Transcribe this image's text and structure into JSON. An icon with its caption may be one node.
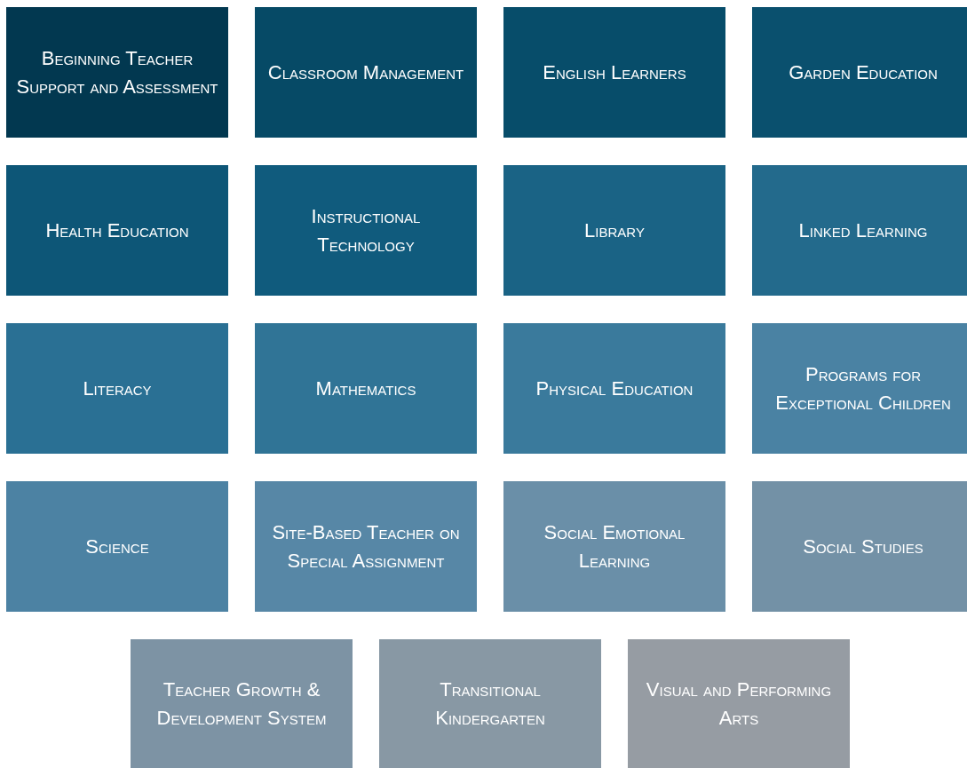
{
  "diagram": {
    "nodes": [
      {
        "text": [
          "Beginning Teacher Support and Assessment"
        ]
      },
      {
        "text": [
          "Classroom Management"
        ]
      },
      {
        "text": [
          "English Learners"
        ]
      },
      {
        "text": [
          "Garden Education"
        ]
      },
      {
        "text": [
          "Health Education"
        ]
      },
      {
        "text": [
          "Instructional Technology"
        ]
      },
      {
        "text": [
          "Library"
        ]
      },
      {
        "text": [
          "Linked Learning"
        ]
      },
      {
        "text": [
          "Literacy"
        ]
      },
      {
        "text": [
          "Mathematics"
        ]
      },
      {
        "text": [
          "Physical Education"
        ]
      },
      {
        "text": [
          "Programs for Exceptional Children"
        ]
      },
      {
        "text": [
          "Science"
        ]
      },
      {
        "text": [
          "Site-Based Teacher on Special Assignment"
        ]
      },
      {
        "text": [
          "Social Emotional Learning"
        ]
      },
      {
        "text": [
          "Social Studies"
        ]
      },
      {
        "text": [
          "Teacher Growth & Development System"
        ]
      },
      {
        "text": [
          "Transitional Kindergarten"
        ]
      },
      {
        "text": [
          "Visual and Performing Arts"
        ]
      }
    ]
  }
}
